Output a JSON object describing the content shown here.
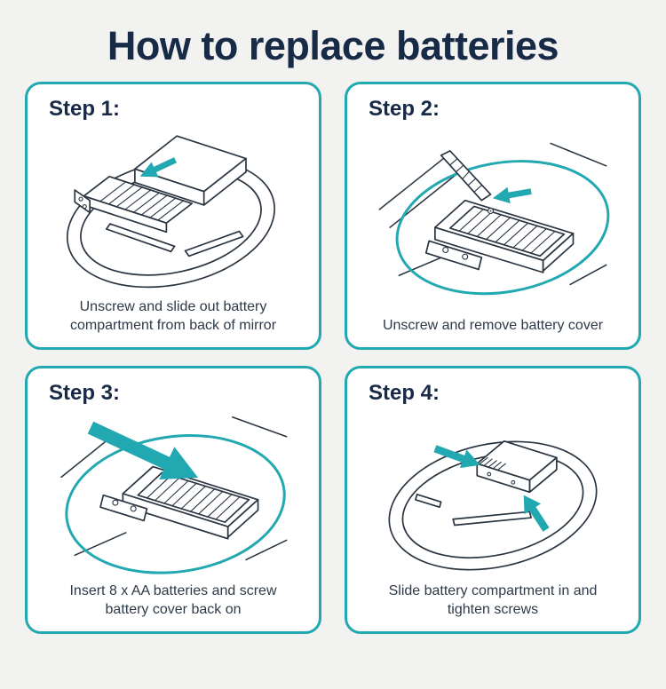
{
  "title": "How to replace batteries",
  "colors": {
    "accent": "#21a8b0",
    "heading": "#172a46",
    "text": "#2e3a48",
    "background": "#f2f2f1",
    "panel": "#ffffff",
    "line": "#2a3542"
  },
  "steps": [
    {
      "label": "Step 1:",
      "caption": "Unscrew and slide out battery compartment from back of mirror",
      "illustration": "mirror-back-slide-out-compartment"
    },
    {
      "label": "Step 2:",
      "caption": "Unscrew and remove battery cover",
      "illustration": "screwdriver-removing-battery-cover"
    },
    {
      "label": "Step 3:",
      "caption": "Insert 8 x AA batteries and screw battery cover back on",
      "illustration": "arrow-inserting-batteries"
    },
    {
      "label": "Step 4:",
      "caption": "Slide battery compartment in and tighten screws",
      "illustration": "mirror-back-slide-in-compartment"
    }
  ]
}
